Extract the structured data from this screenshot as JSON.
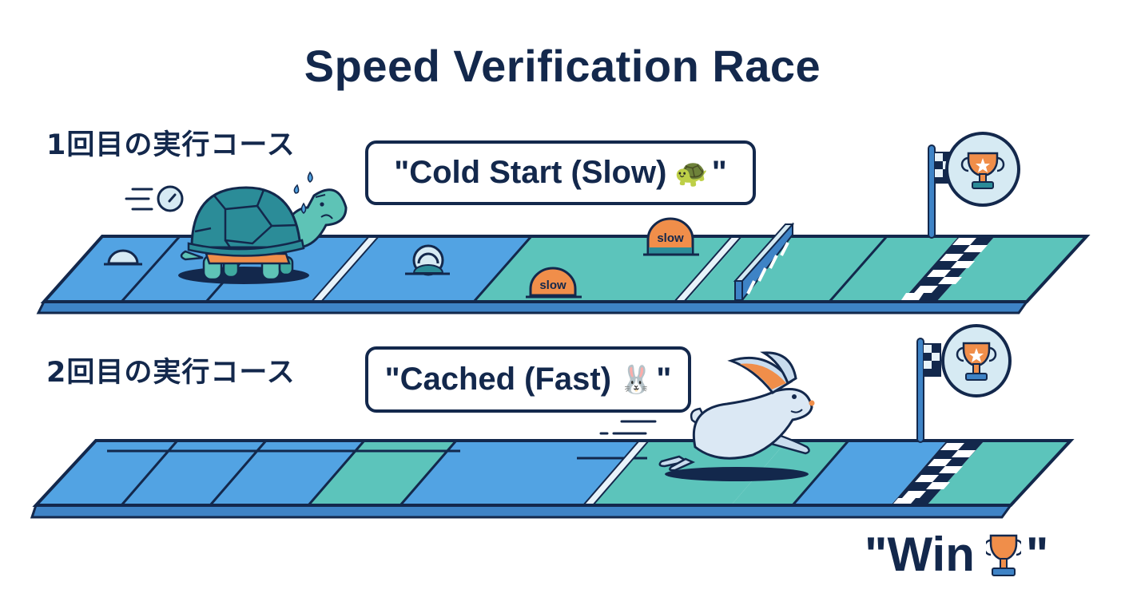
{
  "title": "Speed Verification Race",
  "courses": [
    {
      "label": "1回目の実行コース",
      "bubble_text": "\"Cold Start (Slow)",
      "bubble_emoji": "🐢",
      "bubble_close": "\"",
      "runner": "turtle",
      "obstacles": [
        {
          "type": "speed-bump",
          "label": "slow"
        },
        {
          "type": "speed-bump",
          "label": "slow"
        },
        {
          "type": "barrier"
        }
      ],
      "finish_icon": "trophy"
    },
    {
      "label": "2回目の実行コース",
      "bubble_text": "\"Cached (Fast)",
      "bubble_emoji": "🐰",
      "bubble_close": "\"",
      "runner": "rabbit",
      "finish_icon": "trophy"
    }
  ],
  "speed_bump_label": "slow",
  "win": {
    "open_quote": "\"Win",
    "close_quote": "\"",
    "icon": "trophy-icon"
  },
  "colors": {
    "navy": "#13284c",
    "track_blue": "#52a3e3",
    "track_teal": "#5cc4bb",
    "base_blue": "#3e83c6",
    "orange": "#f08e4a",
    "turtle_shell": "#2b8c98",
    "turtle_skin": "#5ec3b6",
    "pale": "#d6eaf3"
  }
}
